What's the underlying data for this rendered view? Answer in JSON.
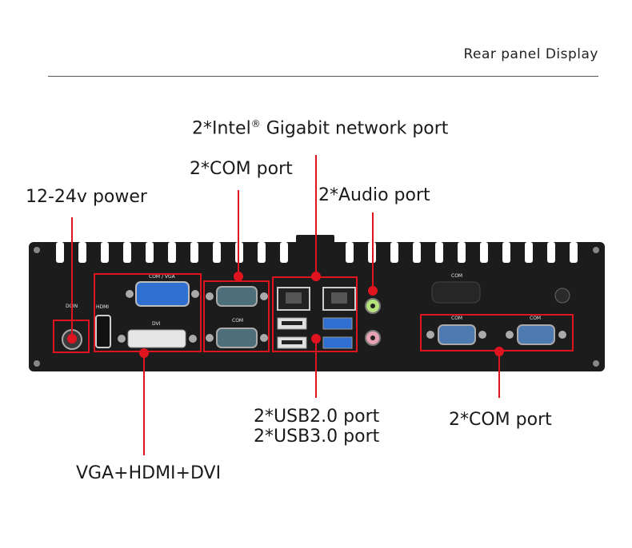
{
  "header": {
    "title": "Rear panel Display"
  },
  "callouts": {
    "network": {
      "text": "2*Intel",
      "mark": "®",
      "text2": " Gigabit network port"
    },
    "com_top": "2*COM port",
    "audio": "2*Audio port",
    "power": "12-24v power",
    "usb2": "2*USB2.0 port",
    "usb3": "2*USB3.0 port",
    "com_right": "2*COM port",
    "video": "VGA+HDMI+DVI"
  },
  "panel_labels": {
    "com_vga": "COM / VGA",
    "hdmi": "HDMI",
    "dvi": "DVI",
    "com1": "COM",
    "com2": "COM",
    "com3": "COM",
    "com4": "COM",
    "dcin": "DCIN"
  },
  "colors": {
    "callout_red": "#e0141e",
    "chassis": "#1c1c1c",
    "vga_blue": "#2f6fd0",
    "usb3_blue": "#2f6fd0"
  }
}
